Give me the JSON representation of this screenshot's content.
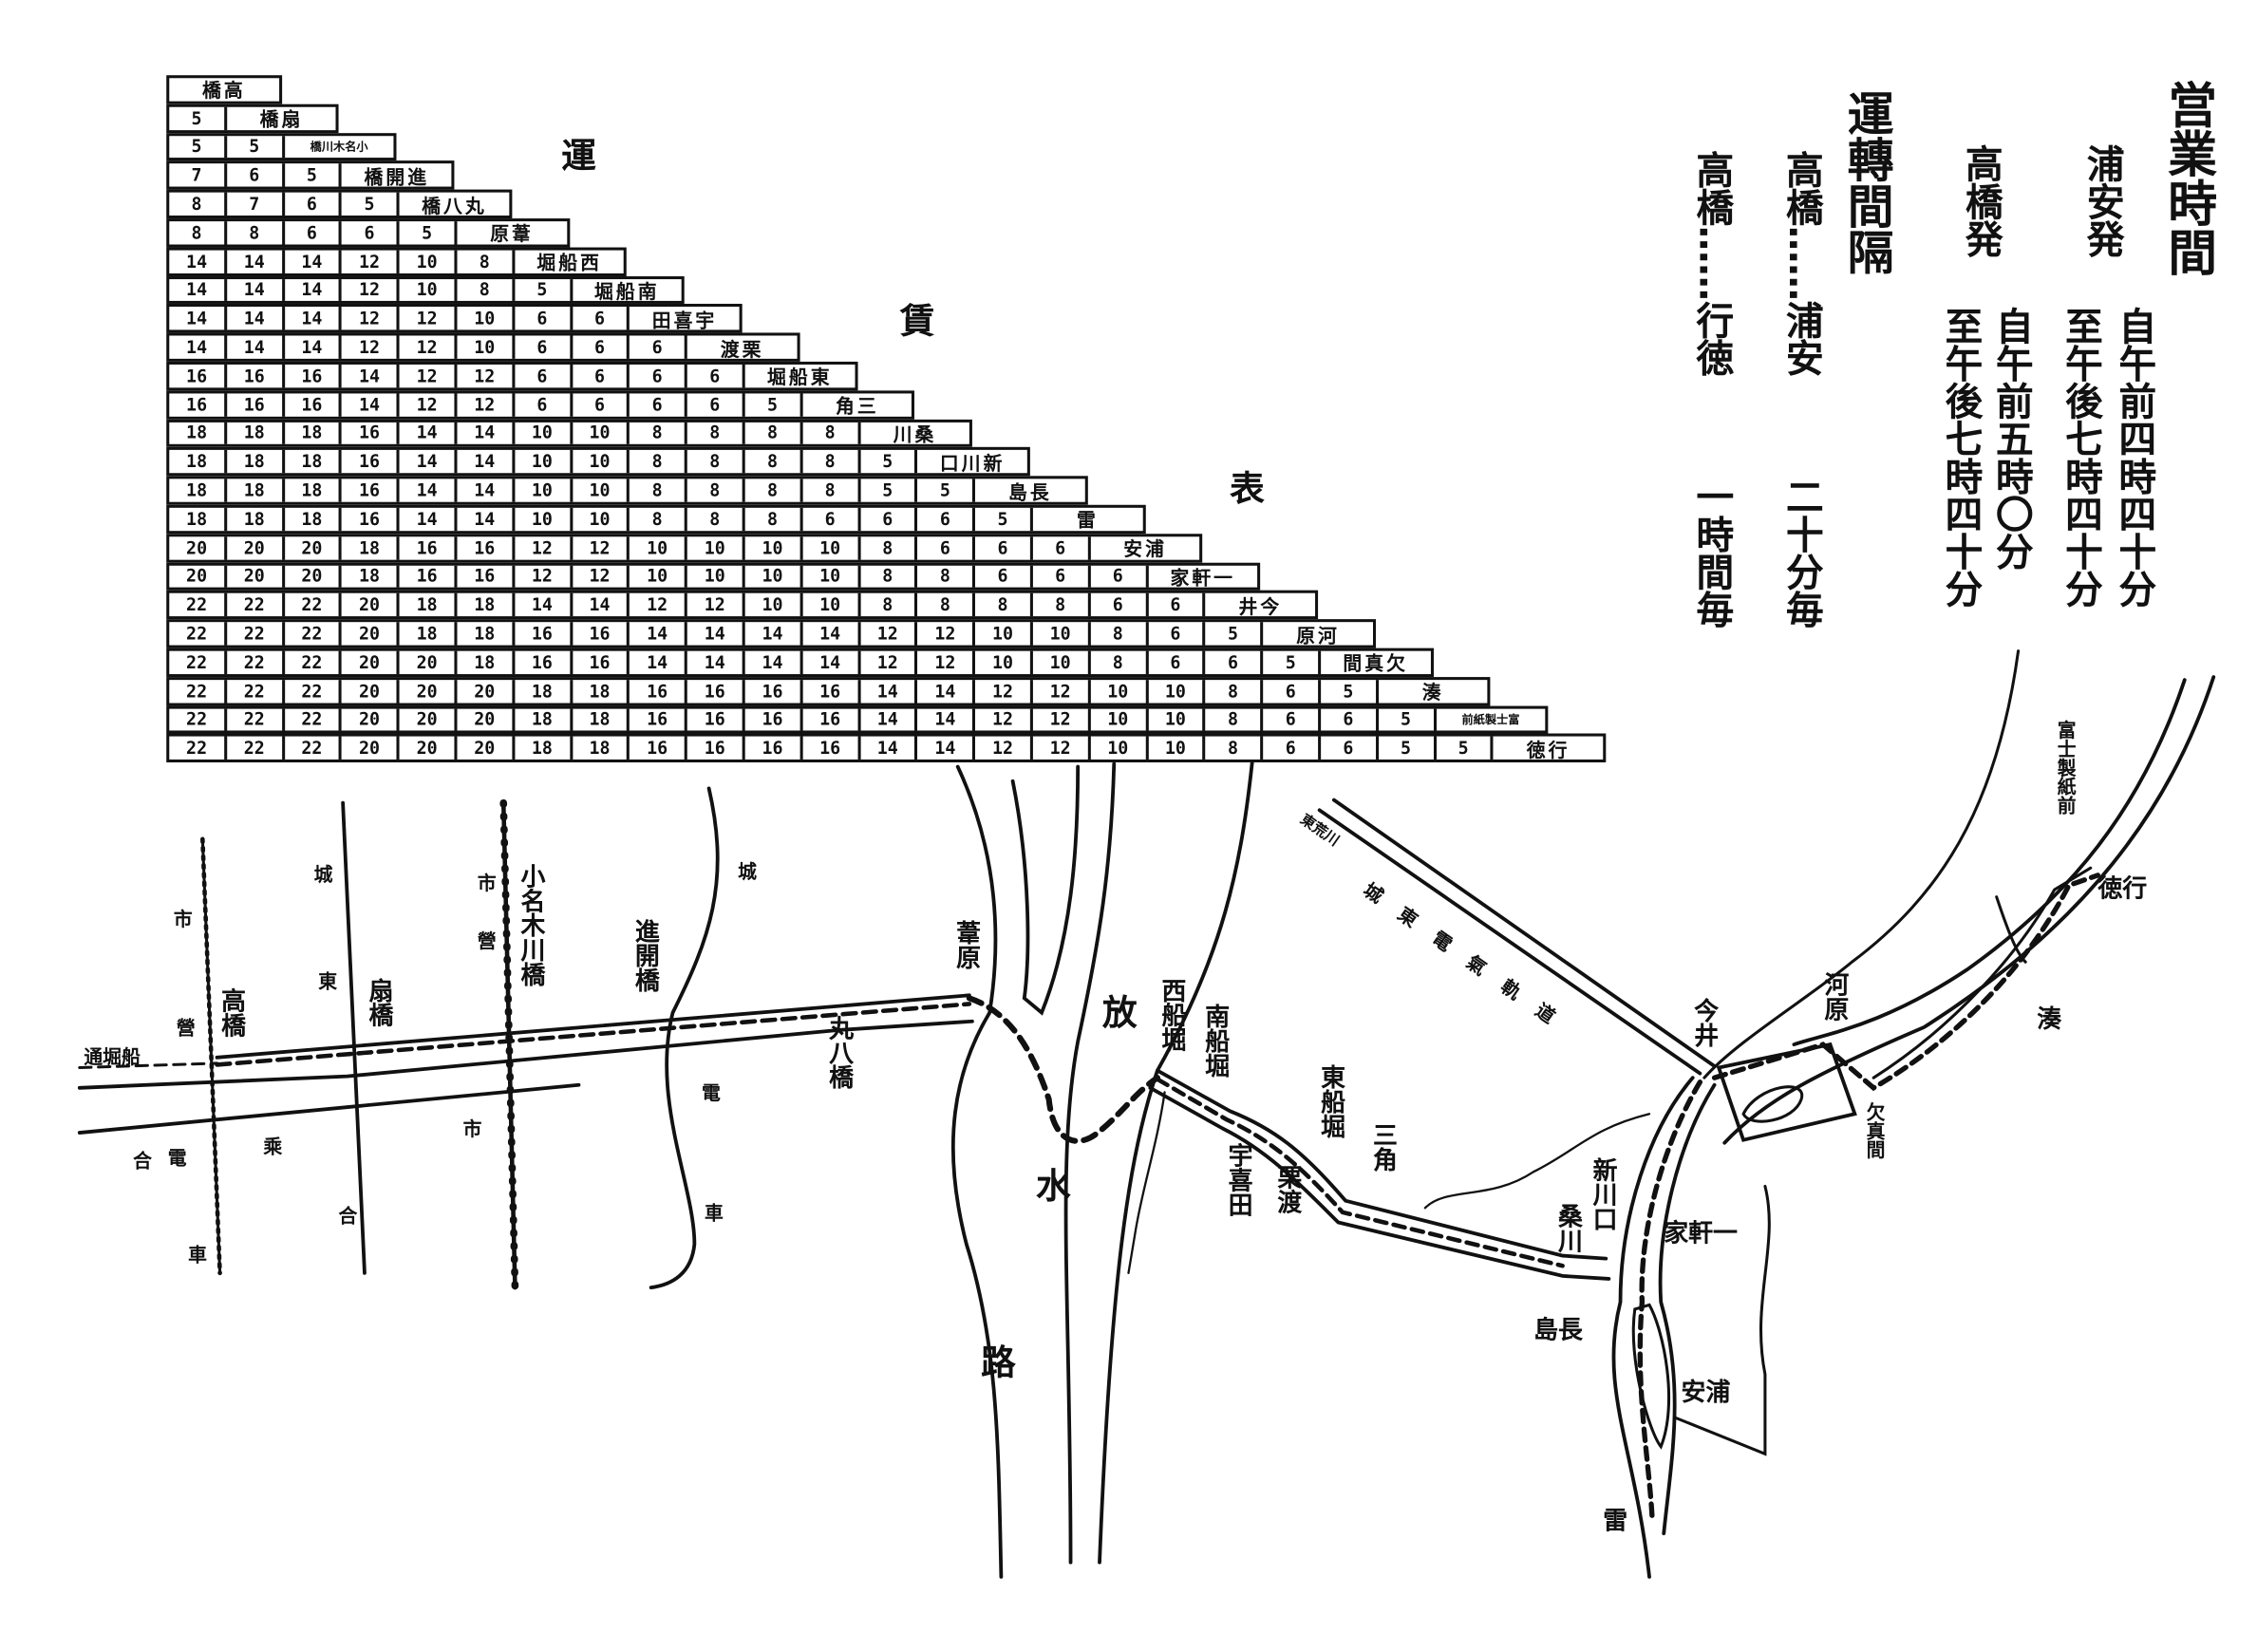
{
  "fare_table": {
    "title_chars": [
      "運",
      "賃",
      "表"
    ],
    "stations": [
      "高橋",
      "扇橋",
      "小名木川橋",
      "進開橋",
      "丸八橋",
      "葦原",
      "西船堀",
      "南船堀",
      "宇喜田",
      "栗渡",
      "東船堀",
      "三角",
      "桑川",
      "新川口",
      "長島",
      "雷",
      "浦安",
      "一軒家",
      "今井",
      "河原",
      "欠真間",
      "湊",
      "富士製紙前",
      "行徳"
    ],
    "fares": [
      [],
      [
        5
      ],
      [
        5,
        5
      ],
      [
        7,
        6,
        5
      ],
      [
        8,
        7,
        6,
        5
      ],
      [
        8,
        8,
        6,
        6,
        5
      ],
      [
        14,
        14,
        14,
        12,
        10,
        8
      ],
      [
        14,
        14,
        14,
        12,
        10,
        8,
        5
      ],
      [
        14,
        14,
        14,
        12,
        12,
        10,
        6,
        6
      ],
      [
        14,
        14,
        14,
        12,
        12,
        10,
        6,
        6,
        6
      ],
      [
        16,
        16,
        16,
        14,
        12,
        12,
        6,
        6,
        6,
        6
      ],
      [
        16,
        16,
        16,
        14,
        12,
        12,
        6,
        6,
        6,
        6,
        5
      ],
      [
        18,
        18,
        18,
        16,
        14,
        14,
        10,
        10,
        8,
        8,
        8,
        8
      ],
      [
        18,
        18,
        18,
        16,
        14,
        14,
        10,
        10,
        8,
        8,
        8,
        8,
        5
      ],
      [
        18,
        18,
        18,
        16,
        14,
        14,
        10,
        10,
        8,
        8,
        8,
        8,
        5,
        5
      ],
      [
        18,
        18,
        18,
        16,
        14,
        14,
        10,
        10,
        8,
        8,
        8,
        6,
        6,
        6,
        5
      ],
      [
        20,
        20,
        20,
        18,
        16,
        16,
        12,
        12,
        10,
        10,
        10,
        10,
        8,
        6,
        6,
        6
      ],
      [
        20,
        20,
        20,
        18,
        16,
        16,
        12,
        12,
        10,
        10,
        10,
        10,
        8,
        8,
        6,
        6,
        6
      ],
      [
        22,
        22,
        22,
        20,
        18,
        18,
        14,
        14,
        12,
        12,
        10,
        10,
        8,
        8,
        8,
        8,
        6,
        6
      ],
      [
        22,
        22,
        22,
        20,
        18,
        18,
        16,
        16,
        14,
        14,
        14,
        14,
        12,
        12,
        10,
        10,
        8,
        6,
        5
      ],
      [
        22,
        22,
        22,
        20,
        20,
        18,
        16,
        16,
        14,
        14,
        14,
        14,
        12,
        12,
        10,
        10,
        8,
        6,
        6,
        5
      ],
      [
        22,
        22,
        22,
        20,
        20,
        20,
        18,
        18,
        16,
        16,
        16,
        16,
        14,
        14,
        12,
        12,
        10,
        10,
        8,
        6,
        5
      ],
      [
        22,
        22,
        22,
        20,
        20,
        20,
        18,
        18,
        16,
        16,
        16,
        16,
        14,
        14,
        12,
        12,
        10,
        10,
        8,
        6,
        6,
        5
      ],
      [
        22,
        22,
        22,
        20,
        20,
        20,
        18,
        18,
        16,
        16,
        16,
        16,
        14,
        14,
        12,
        12,
        10,
        10,
        8,
        6,
        6,
        5,
        5
      ]
    ]
  },
  "info": {
    "hours_title": "営業時間",
    "urayasu_dep": "浦安発",
    "urayasu_from": "自午前四時四十分",
    "urayasu_to": "至午後七時四十分",
    "takahashi_dep": "高橋発",
    "takahashi_from": "自午前五時〇分",
    "takahashi_to": "至午後七時四十分",
    "interval_title": "運轉間隔",
    "route1": "高橋……浦安",
    "route1_interval": "二十分毎",
    "route2": "高橋……行徳",
    "route2_interval": "一時間毎"
  },
  "map": {
    "stations": {
      "takahashi": "高橋",
      "ogibashi": "扇橋",
      "onagigawa": "小名木川橋",
      "shinkai": "進開橋",
      "maruhachi": "丸八橋",
      "ashihara": "葦原",
      "nishi_funabori": "西船堀",
      "minami_funabori": "南船堀",
      "ukita": "宇喜田",
      "kuriwatari": "栗渡",
      "higashi_funabori": "東船堀",
      "sankaku": "三角",
      "kuwagawa": "桑川",
      "shinkawaguchi": "新川口",
      "ikkenya": "一軒家",
      "nagashima": "長島",
      "urayasu": "浦安",
      "kaminari": "雷",
      "imai": "今井",
      "kawara": "河原",
      "kamama": "欠真間",
      "minato": "湊",
      "fuji_seishi": "富士製紙前",
      "gyotoku": "行徳"
    },
    "river": [
      "放",
      "水",
      "路"
    ],
    "road_label": "船堀通",
    "streetcar_chars": [
      "市",
      "營",
      "電",
      "車",
      "城",
      "東",
      "乘",
      "合"
    ],
    "rail_labels": [
      "城東電氣軌道",
      "東荒川"
    ]
  }
}
